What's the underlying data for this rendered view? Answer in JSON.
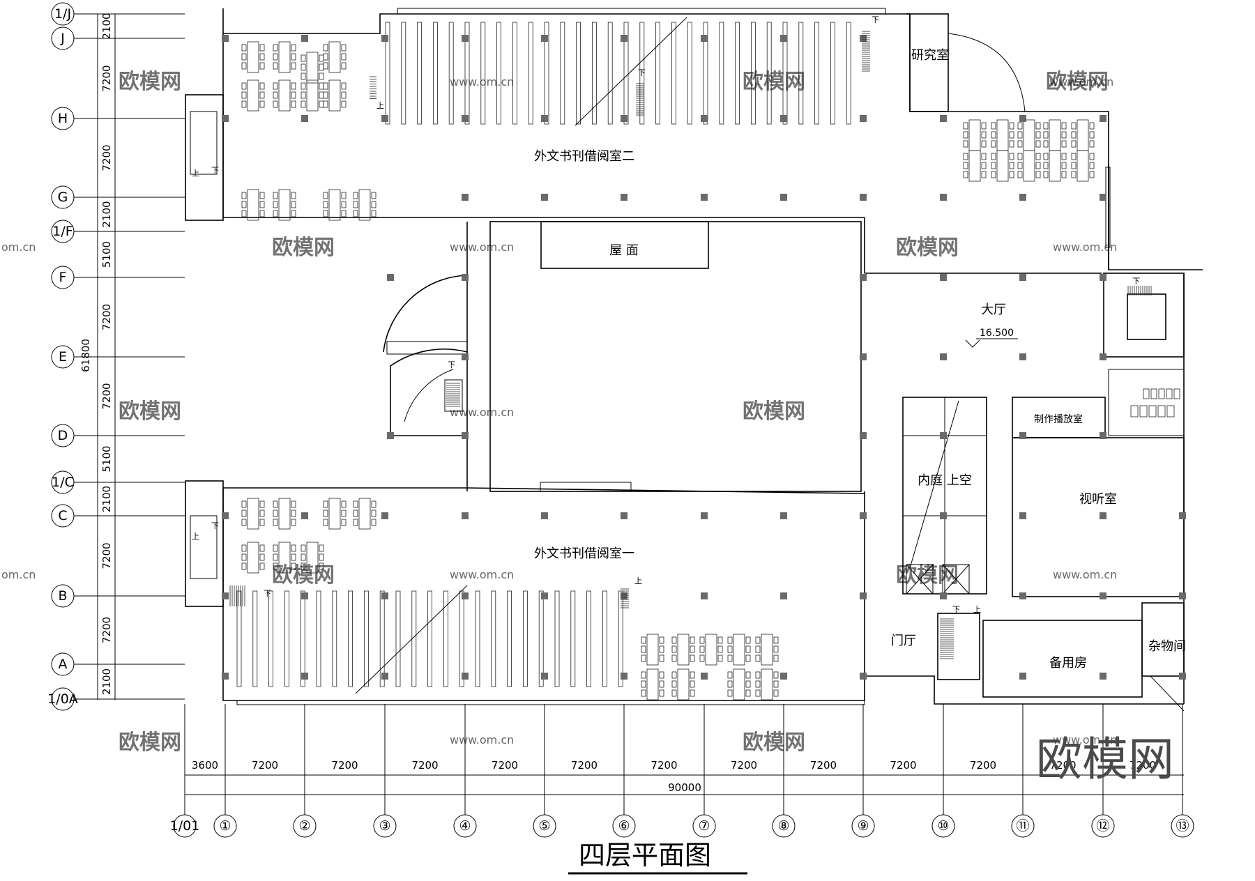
{
  "drawing": {
    "title": "四层平面图",
    "elevation": "16.500",
    "rooms": {
      "reading2": "外文书刊借阅室二",
      "reading1": "外文书刊借阅室一",
      "roof": "屋 面",
      "hall": "大厅",
      "research": "研究室",
      "production": "制作播放室",
      "inner_court": "内庭 上空",
      "av": "视听室",
      "foyer": "门厅",
      "spare": "备用房",
      "storage": "杂物间"
    },
    "stair_labels": {
      "up": "上",
      "down": "下"
    }
  },
  "axes": {
    "rows": [
      "1/J",
      "J",
      "H",
      "G",
      "1/F",
      "F",
      "E",
      "D",
      "1/C",
      "C",
      "B",
      "A",
      "1/0A"
    ],
    "columns": [
      "1/01",
      "①",
      "②",
      "③",
      "④",
      "⑤",
      "⑥",
      "⑦",
      "⑧",
      "⑨",
      "⑩",
      "⑪",
      "⑫",
      "⑬"
    ]
  },
  "dimensions": {
    "vertical": [
      "2100",
      "7200",
      "7200",
      "2100",
      "5100",
      "7200",
      "7200",
      "5100",
      "2100",
      "7200",
      "7200",
      "2100"
    ],
    "vertical_total": "61800",
    "horizontal": [
      "3600",
      "7200",
      "7200",
      "7200",
      "7200",
      "7200",
      "7200",
      "7200",
      "7200",
      "7200",
      "7200",
      "7200",
      "7200"
    ],
    "horizontal_total": "90000"
  },
  "watermark": {
    "brand": "欧模网",
    "site": "www.om.cn",
    "site_short": "om.cn"
  }
}
